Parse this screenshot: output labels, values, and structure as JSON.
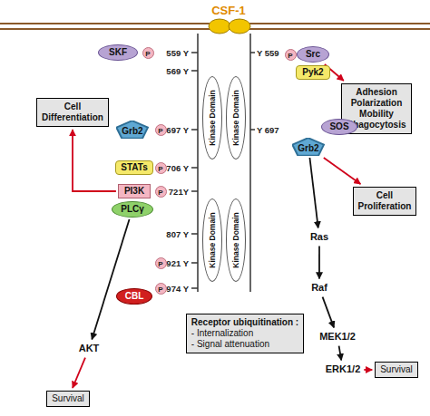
{
  "diagram": {
    "nodes": [
      {
        "text": [
          "SKF"
        ]
      },
      {
        "text": [
          "Src"
        ]
      },
      {
        "text": [
          "Pyk2"
        ]
      },
      {
        "text": [
          "Adhesion Polarization Mobility Phagocytosis"
        ]
      },
      {
        "text": [
          "Grb2"
        ]
      },
      {
        "text": [
          "Grb2"
        ]
      },
      {
        "text": [
          "SOS"
        ]
      },
      {
        "text": [
          "Cell Differentiation"
        ]
      },
      {
        "text": [
          "STATs"
        ]
      },
      {
        "text": [
          "PI3K"
        ]
      },
      {
        "text": [
          "PLCγ"
        ]
      },
      {
        "text": [
          "Cell Proliferation"
        ]
      },
      {
        "text": [
          "Ras"
        ]
      },
      {
        "text": [
          "CBL"
        ]
      },
      {
        "text": [
          "Raf"
        ]
      },
      {
        "text": [
          "Receptor ubiquitination :",
          "- Internalization",
          "- Signal attenuation"
        ]
      },
      {
        "text": [
          "MEK1/2"
        ]
      },
      {
        "text": [
          "AKT"
        ]
      },
      {
        "text": [
          "ERK1/2"
        ]
      },
      {
        "text": [
          "Survival"
        ]
      },
      {
        "text": [
          "Survival"
        ]
      },
      {
        "text": [
          "Kinase Domain"
        ]
      },
      {
        "text": [
          "Kinase Domain"
        ]
      },
      {
        "text": [
          "Kinase Domain"
        ]
      },
      {
        "text": [
          "Kinase Domain"
        ]
      }
    ],
    "edges": [
      {
        "from": 1,
        "to": 3,
        "arrow": "to"
      },
      {
        "from": 5,
        "to": 11,
        "arrow": "to"
      },
      {
        "from": 5,
        "to": 12,
        "arrow": "to"
      },
      {
        "from": 12,
        "to": 14,
        "arrow": "to"
      },
      {
        "from": 14,
        "to": 16,
        "arrow": "to"
      },
      {
        "from": 16,
        "to": 18,
        "arrow": "to"
      },
      {
        "from": 18,
        "to": 19,
        "arrow": "to"
      },
      {
        "from": 9,
        "to": 7,
        "arrow": "to"
      },
      {
        "from": 10,
        "to": 17,
        "arrow": "to"
      },
      {
        "from": 17,
        "to": 20,
        "arrow": "to"
      }
    ],
    "labels": [
      "CSF-1",
      "559 Y",
      "569 Y",
      "697 Y",
      "706 Y",
      "721Y",
      "807 Y",
      "921 Y",
      "974 Y",
      "Y 559",
      "Y 697",
      "P",
      "P",
      "P",
      "P",
      "P",
      "P",
      "P"
    ]
  }
}
